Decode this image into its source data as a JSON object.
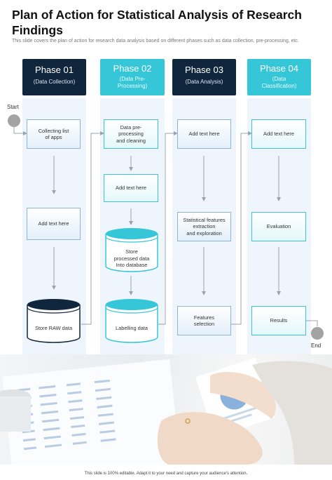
{
  "header": {
    "title": "Plan of Action for Statistical Analysis of Research Findings",
    "subtitle": "This slide covers the plan of action for research data analysis based on different phases such as data collection, pre-processing, etc."
  },
  "phases": [
    {
      "title": "Phase 01",
      "subtitle": "(Data Collection)"
    },
    {
      "title": "Phase 02",
      "subtitle": "(Data Pre-\nProcessing)"
    },
    {
      "title": "Phase 03",
      "subtitle": "(Data Analysis)"
    },
    {
      "title": "Phase 04",
      "subtitle": "(Data\nClassification)"
    }
  ],
  "nodes": {
    "collecting_list": "Collecting list\nof apps",
    "add_text_p1": "Add text here",
    "store_raw": "Store RAW data",
    "data_preprocessing": "Data pre-\nprocessing\nand cleaning",
    "add_text_p2": "Add text here",
    "store_processed": "Store\nprocessed data\nInto database",
    "labelling": "Labelling data",
    "add_text_p3": "Add text here",
    "statistical_features": "Statistical features\nextraction\nand exploration",
    "features_selection": "Features\nselection",
    "add_text_p4": "Add text here",
    "evaluation": "Evaluation",
    "results": "Results"
  },
  "markers": {
    "start": "Start",
    "end": "End"
  },
  "footer": {
    "text": "This slide is 100% editable. Adapt it to your need and capture your audience's attention."
  },
  "colors": {
    "dark_navy": "#10263d",
    "cyan": "#35c6d8",
    "column_bg": "#eef5fc",
    "box_border_blue": "#8fb4d8",
    "box_border_teal": "#3fc3d3",
    "arrow_gray": "#9aa4ae"
  }
}
